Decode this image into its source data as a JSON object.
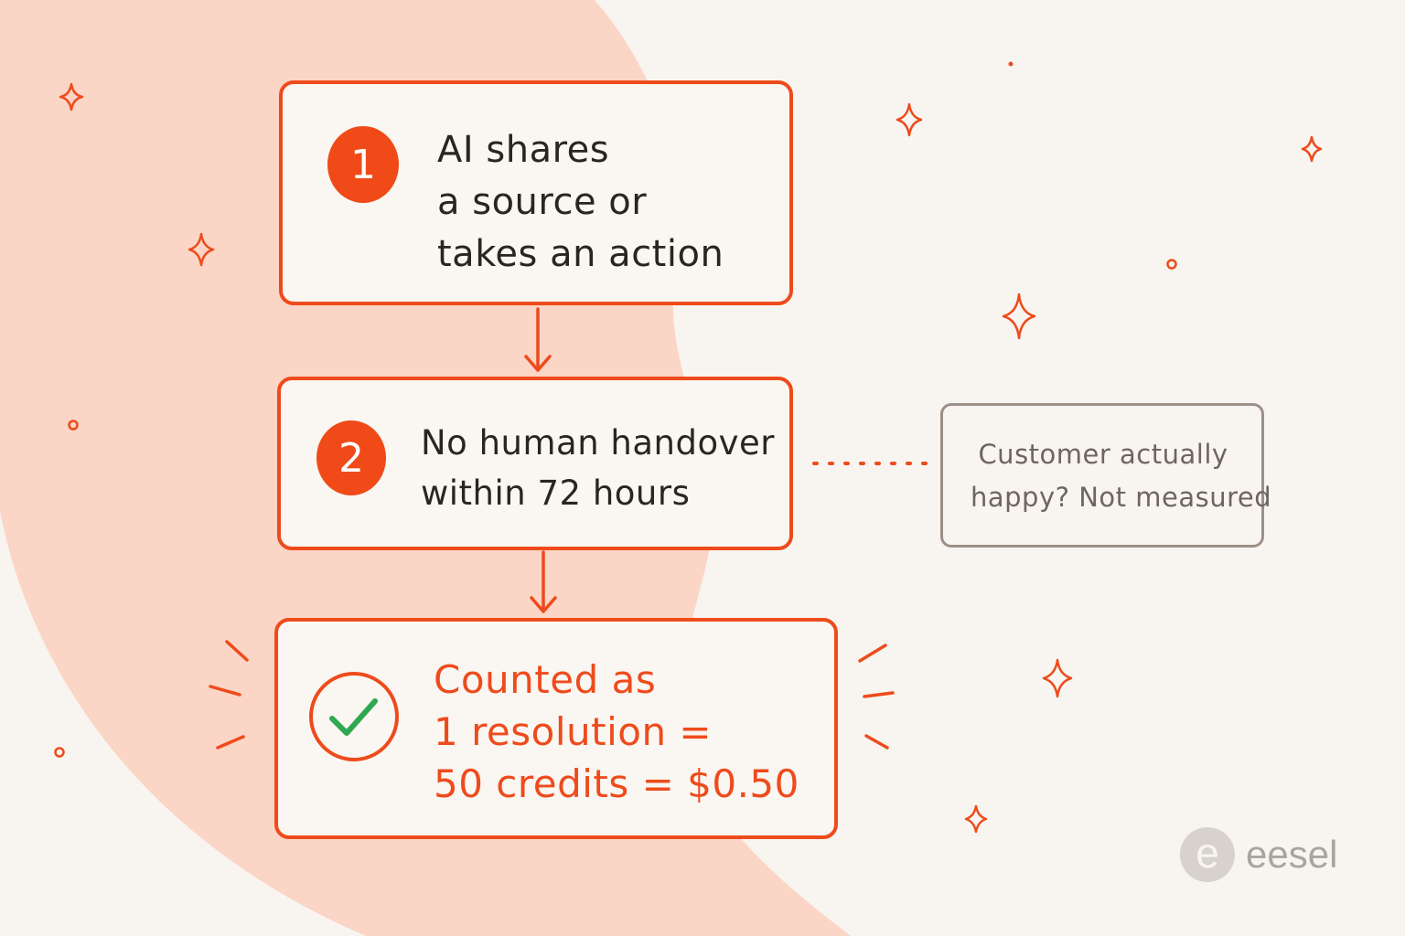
{
  "diagram": {
    "steps": [
      {
        "number": "1",
        "lines": [
          "AI shares",
          "a source or",
          "takes an action"
        ]
      },
      {
        "number": "2",
        "lines": [
          "No human handover",
          "within 72 hours"
        ]
      },
      {
        "icon": "checkmark-icon",
        "lines": [
          "Counted as",
          "1 resolution =",
          "50 credits = $0.50"
        ]
      }
    ],
    "side_note": {
      "lines": [
        "Customer actually",
        "happy? Not measured"
      ]
    }
  },
  "brand": {
    "name": "eesel",
    "logo_letter": "e"
  },
  "colors": {
    "accent": "#ee4b1c",
    "background": "#f8f5f0",
    "blob": "#fbd5c6",
    "text": "#2b2522",
    "note_border": "#9c9087",
    "note_text": "#6e6560",
    "check": "#2fa84f",
    "logo": "#aaa49e"
  }
}
